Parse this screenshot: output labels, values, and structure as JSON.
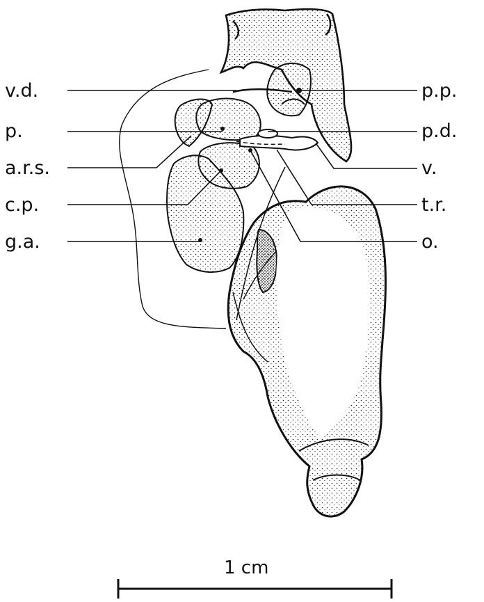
{
  "labels": {
    "left": [
      "v.d.",
      "p.",
      "a.r.s.",
      "c.p.",
      "g.a."
    ],
    "right": [
      "p.p.",
      "p.d.",
      "v.",
      "t.r.",
      "o."
    ]
  },
  "scale": {
    "label": "1 cm"
  },
  "colors": {
    "ink": "#111111",
    "paper": "#ffffff"
  }
}
